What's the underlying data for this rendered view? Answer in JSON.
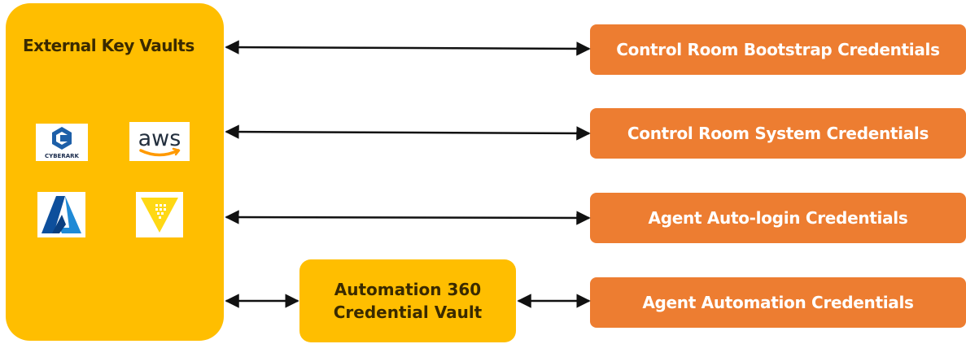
{
  "vault_panel": {
    "title": "External Key Vaults",
    "logos": [
      {
        "icon": "cyberark-logo",
        "label": "CYBERARK"
      },
      {
        "icon": "aws-logo",
        "label": "aws"
      },
      {
        "icon": "azure-logo",
        "label": ""
      },
      {
        "icon": "hashicorp-vault-logo",
        "label": ""
      }
    ]
  },
  "center_box": {
    "line1": "Automation 360",
    "line2": "Credential Vault"
  },
  "credentials": [
    {
      "label": "Control Room Bootstrap Credentials"
    },
    {
      "label": "Control Room System Credentials"
    },
    {
      "label": "Agent Auto-login Credentials"
    },
    {
      "label": "Agent Automation Credentials"
    }
  ],
  "colors": {
    "vault_yellow": "#FFBE00",
    "credential_orange": "#ED7D31",
    "arrow": "#111111"
  }
}
